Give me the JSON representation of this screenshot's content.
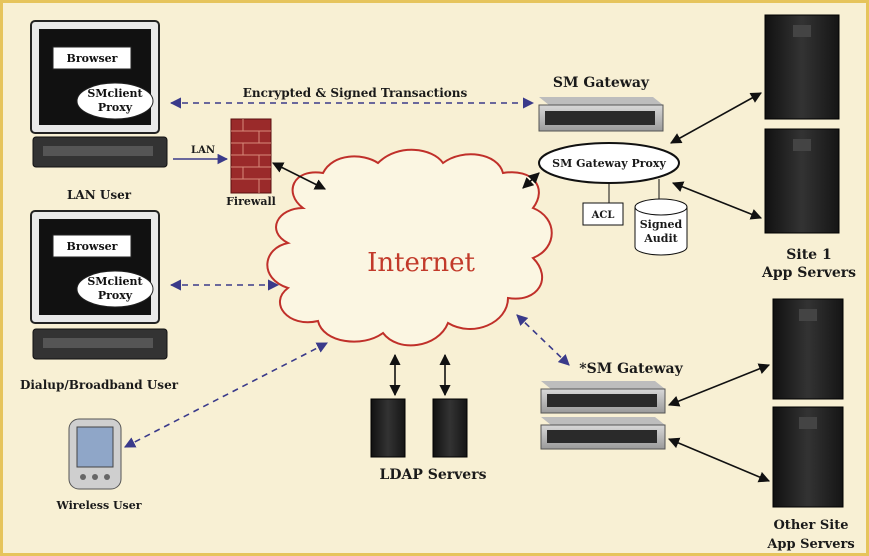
{
  "diagram": {
    "cloud_label": "Internet",
    "link_label": "Encrypted & Signed Transactions",
    "lan_label": "LAN",
    "browser_label": "Browser",
    "proxy_label_1": "SMclient",
    "proxy_label_2": "Proxy",
    "lan_user": "LAN User",
    "dialup_user": "Dialup/Broadband User",
    "wireless_user": "Wireless User",
    "firewall": "Firewall",
    "gateway_top": "SM Gateway",
    "gateway_proxy": "SM Gateway Proxy",
    "acl": "ACL",
    "signed_audit_1": "Signed",
    "signed_audit_2": "Audit",
    "site1_line1": "Site 1",
    "site1_line2": "App Servers",
    "gateway_bottom": "*SM Gateway",
    "ldap": "LDAP Servers",
    "other_line1": "Other Site",
    "other_line2": "App Servers"
  },
  "colors": {
    "background": "#f8f0d4",
    "border": "#e6c45c",
    "cloud_outline": "#c0302a",
    "cloud_text": "#c23a2a",
    "dashed_link": "#3a3a8a",
    "firewall": "#9a2a2a"
  }
}
